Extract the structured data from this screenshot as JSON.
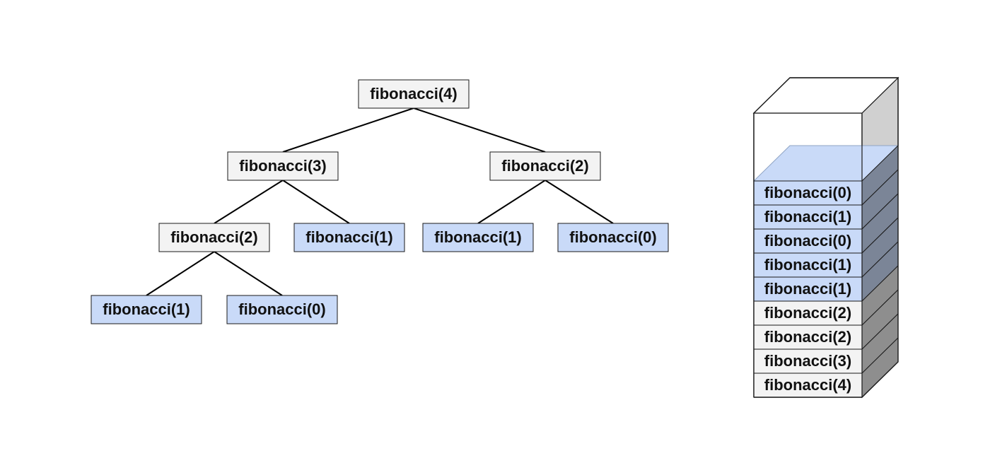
{
  "colors": {
    "background": "#ffffff",
    "pending_fill": "#f3f3f3",
    "base_case_fill": "#c9daf8",
    "stroke": "#1a1a1a",
    "edge": "#000000",
    "stack_side_upper": "#d0d0d0",
    "stack_side_blue": "#7b8597",
    "stack_side_gray": "#8e8e8e",
    "stack_top_cap": "#ffffff",
    "stack_fill_top": "#c9daf8"
  },
  "tree": {
    "nodes": [
      {
        "id": "n4",
        "label": "fibonacci(4)",
        "status": "pending"
      },
      {
        "id": "n3",
        "label": "fibonacci(3)",
        "status": "pending"
      },
      {
        "id": "n2a",
        "label": "fibonacci(2)",
        "status": "pending"
      },
      {
        "id": "n2b",
        "label": "fibonacci(2)",
        "status": "pending"
      },
      {
        "id": "n1a",
        "label": "fibonacci(1)",
        "status": "base"
      },
      {
        "id": "n0a",
        "label": "fibonacci(0)",
        "status": "base"
      },
      {
        "id": "n1b",
        "label": "fibonacci(1)",
        "status": "base"
      },
      {
        "id": "n1c",
        "label": "fibonacci(1)",
        "status": "base"
      },
      {
        "id": "n0b",
        "label": "fibonacci(0)",
        "status": "base"
      }
    ],
    "edges": [
      [
        "n4",
        "n3"
      ],
      [
        "n4",
        "n2b"
      ],
      [
        "n3",
        "n2a"
      ],
      [
        "n3",
        "n1b"
      ],
      [
        "n2a",
        "n1a"
      ],
      [
        "n2a",
        "n0a"
      ],
      [
        "n2b",
        "n1c"
      ],
      [
        "n2b",
        "n0b"
      ]
    ]
  },
  "stack": {
    "frames": [
      {
        "label": "fibonacci(0)",
        "status": "base"
      },
      {
        "label": "fibonacci(1)",
        "status": "base"
      },
      {
        "label": "fibonacci(0)",
        "status": "base"
      },
      {
        "label": "fibonacci(1)",
        "status": "base"
      },
      {
        "label": "fibonacci(1)",
        "status": "base"
      },
      {
        "label": "fibonacci(2)",
        "status": "pending"
      },
      {
        "label": "fibonacci(2)",
        "status": "pending"
      },
      {
        "label": "fibonacci(3)",
        "status": "pending"
      },
      {
        "label": "fibonacci(4)",
        "status": "pending"
      }
    ]
  }
}
